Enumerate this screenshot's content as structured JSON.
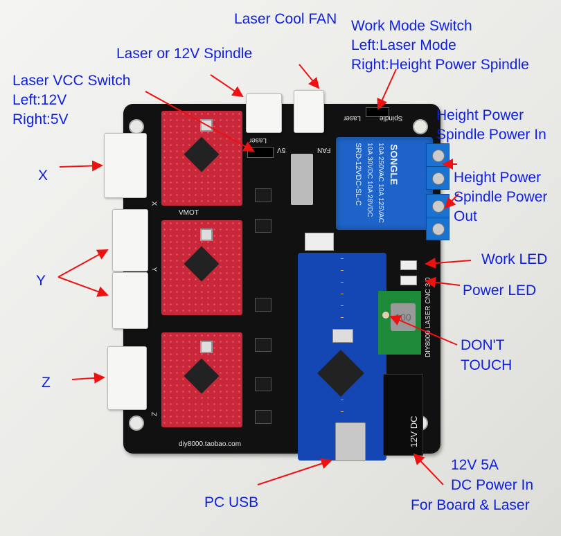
{
  "labels": {
    "laser_cool_fan": "Laser Cool FAN",
    "work_mode_switch": "Work Mode Switch",
    "work_mode_left": "Left:Laser Mode",
    "work_mode_right": "Right:Height Power Spindle",
    "laser_or_spindle": "Laser or 12V Spindle",
    "laser_vcc_switch": "Laser VCC Switch",
    "vcc_left": "Left:12V",
    "vcc_right": "Right:5V",
    "x_axis": "X",
    "y_axis": "Y",
    "z_axis": "Z",
    "spindle_in_1": "Height Power",
    "spindle_in_2": "Spindle Power In",
    "spindle_out_1": "Height Power",
    "spindle_out_2": "Spindle Power",
    "spindle_out_3": "Out",
    "work_led": "Work LED",
    "power_led": "Power LED",
    "dont_touch_1": "DON'T",
    "dont_touch_2": "TOUCH",
    "dc_power_1": "12V 5A",
    "dc_power_2": "DC Power In",
    "dc_power_3": "For Board & Laser",
    "pc_usb": "PC USB"
  },
  "board_silk": {
    "url": "diy8000.taobao.com",
    "vmot": "VMOT",
    "dc": "12V DC",
    "model": "DIY8000 LASER CNC 3.0",
    "fan": "FAN",
    "five_v": "5V",
    "laser": "Laser",
    "spindle": "Spindle",
    "x": "X",
    "y": "Y",
    "z": "Z"
  },
  "relay": {
    "brand": "SONGLE",
    "line1": "10A 250VAC 10A 125VAC",
    "line2": "10A 30VDC 10A 28VDC",
    "model": "SRD-12VDC-SL-C"
  },
  "inductor": "100",
  "colors": {
    "label": "#1020e0",
    "arrow": "#ee1111",
    "board": "#111111"
  }
}
